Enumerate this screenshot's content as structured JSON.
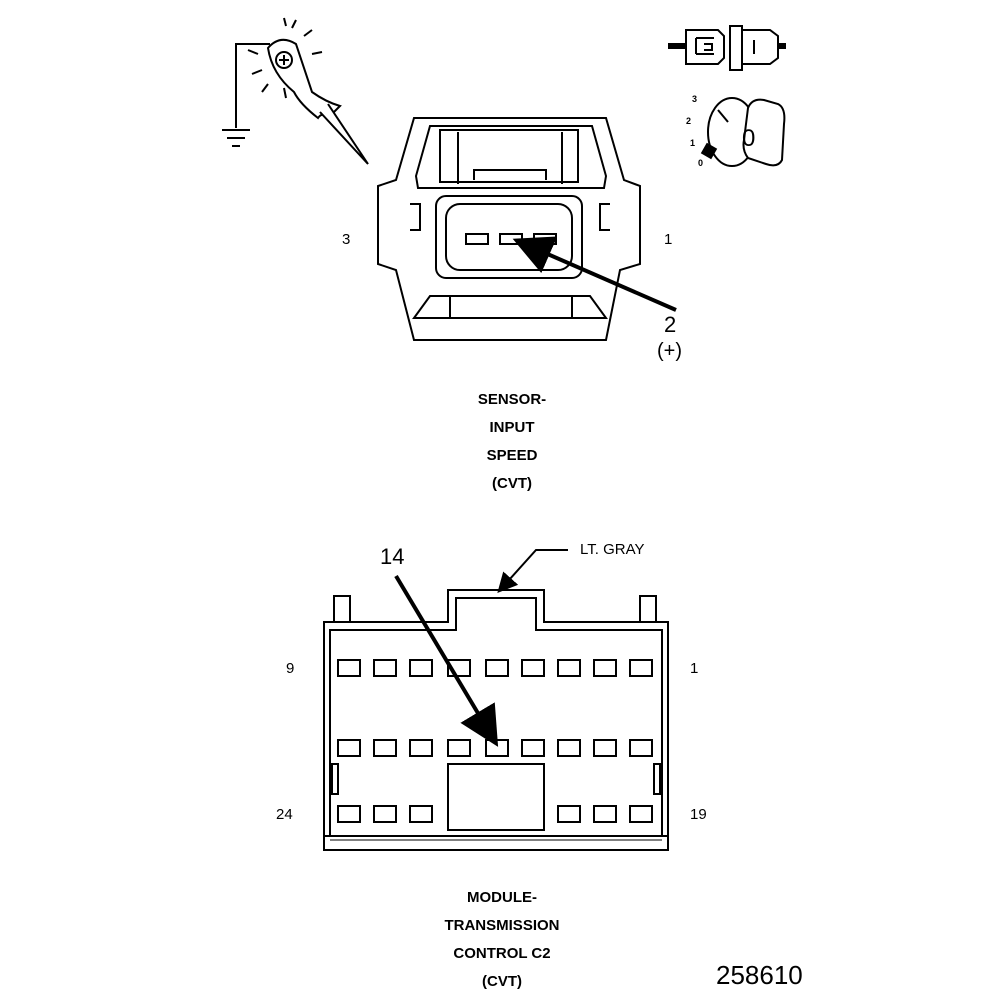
{
  "connectors": {
    "sensor": {
      "pin_left": "3",
      "pin_right": "1",
      "probe_pin": "2",
      "probe_polarity": "(+)",
      "caption": [
        "SENSOR-",
        "INPUT",
        "SPEED",
        "(CVT)"
      ]
    },
    "module": {
      "pin_top_left": "9",
      "pin_top_right": "1",
      "pin_bottom_left": "24",
      "pin_bottom_right": "19",
      "probe_pin": "14",
      "color_note": "LT. GRAY",
      "caption": [
        "MODULE-",
        "TRANSMISSION",
        "CONTROL C2",
        "(CVT)"
      ]
    }
  },
  "ignition_key": {
    "positions": [
      "3",
      "2",
      "1",
      "0"
    ],
    "current": "0"
  },
  "figure_number": "258610"
}
